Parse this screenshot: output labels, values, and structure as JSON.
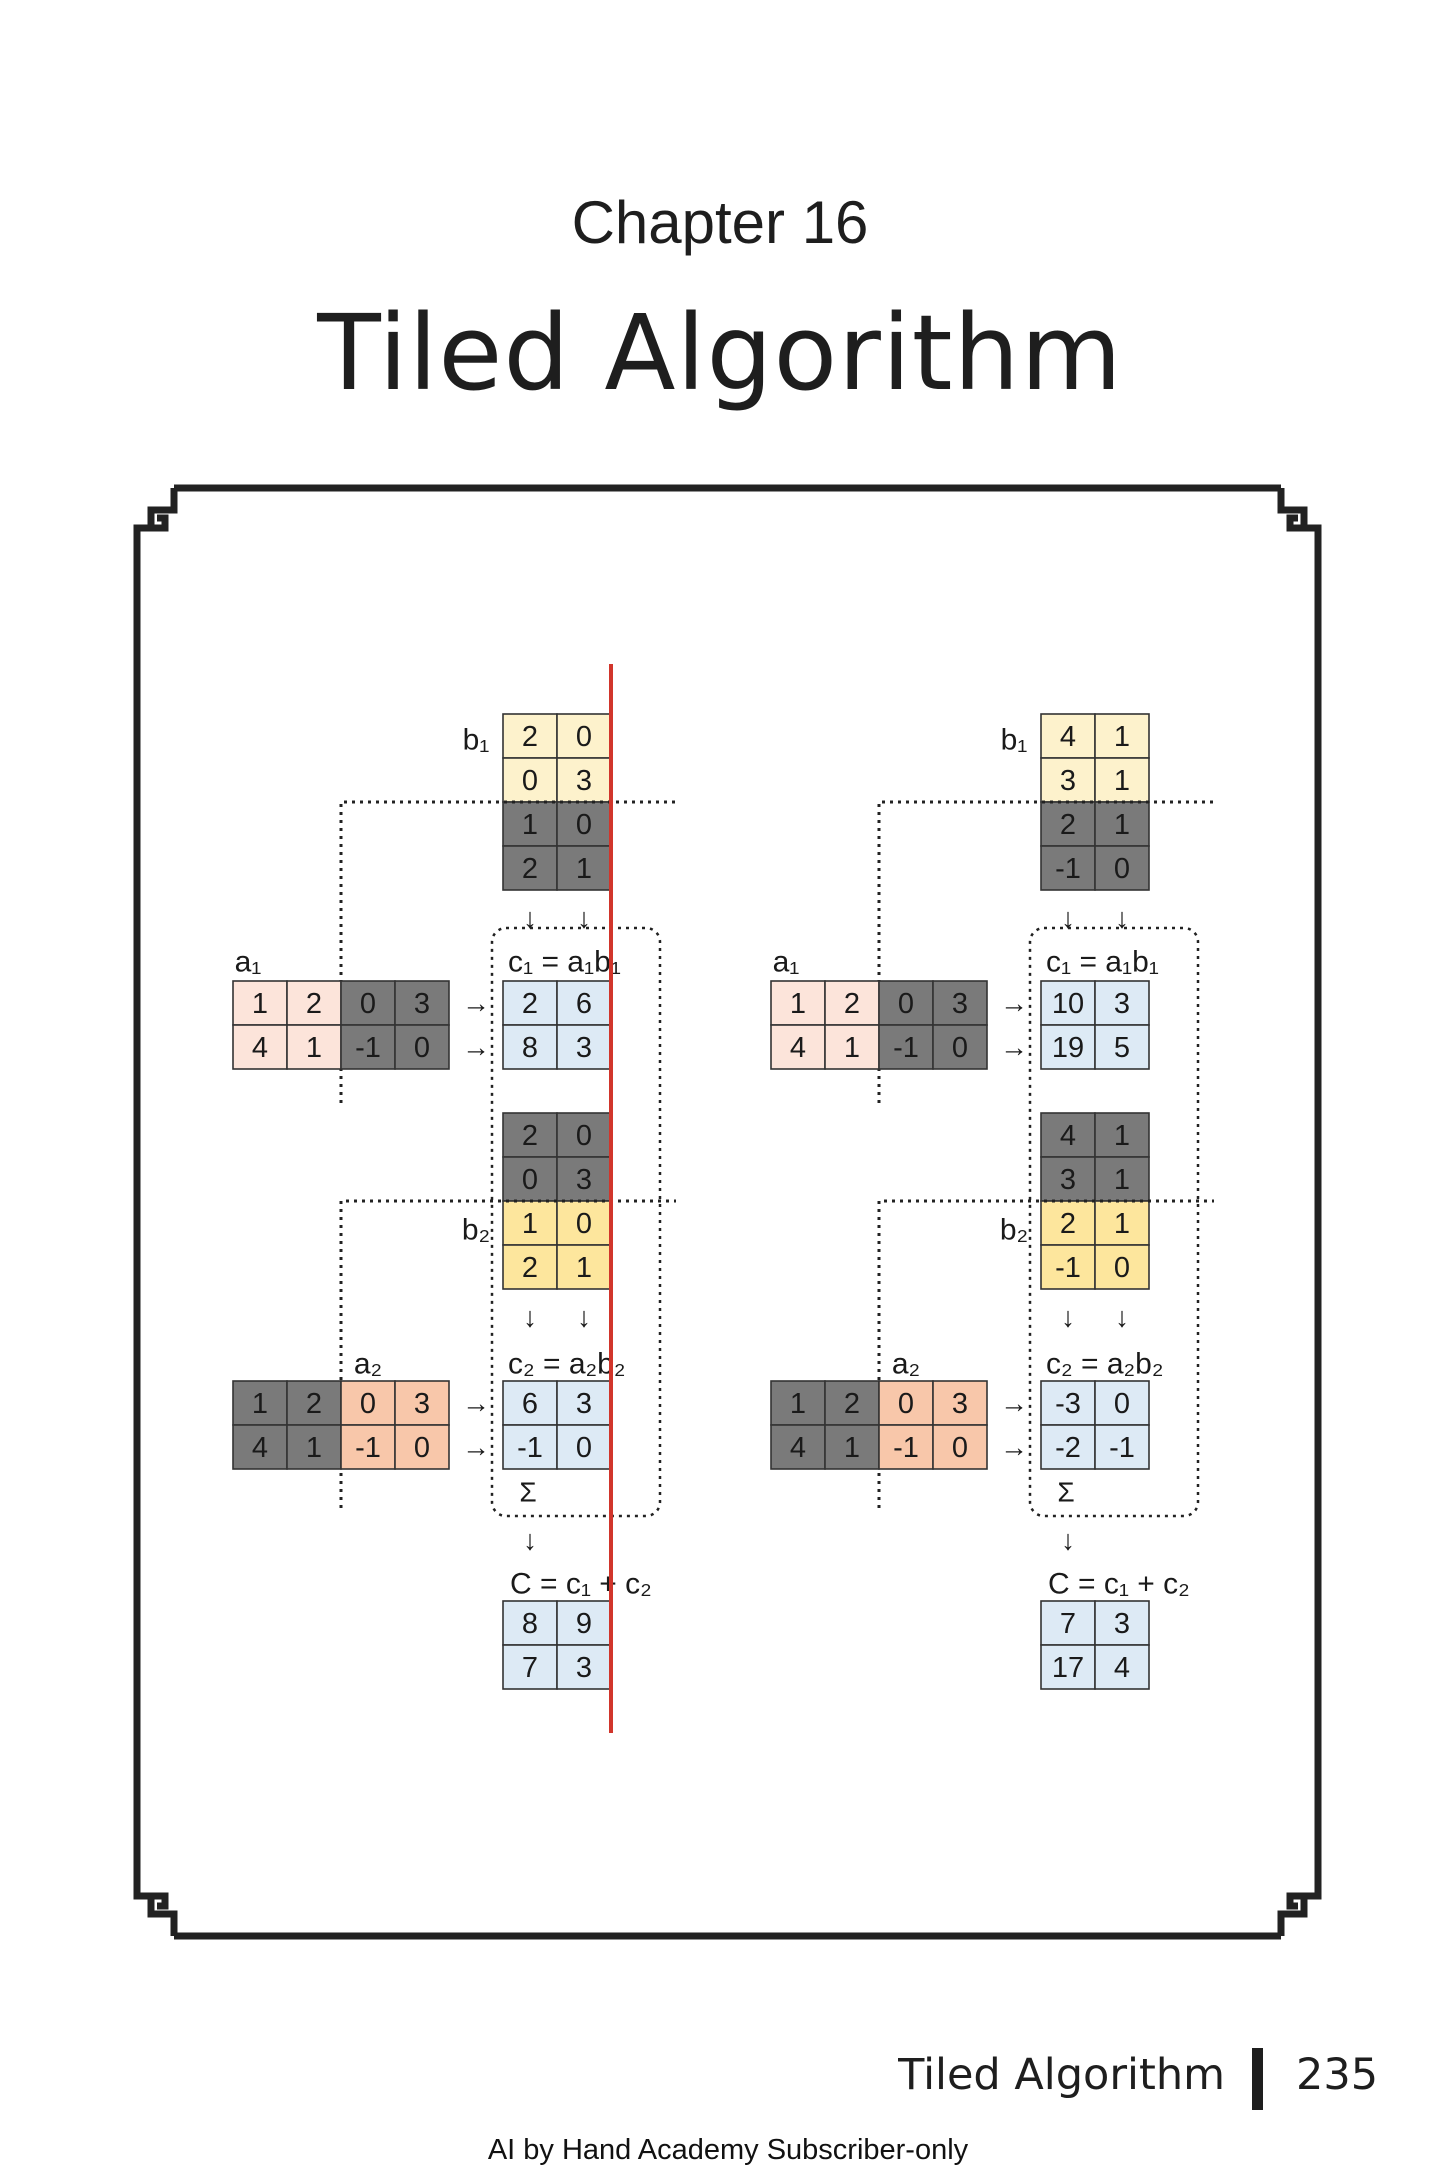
{
  "header": {
    "chapter": "Chapter 16",
    "title": "Tiled Algorithm"
  },
  "colors": {
    "b_light": "#fdf2cc",
    "b_bright": "#fde69d",
    "a_light": "#fce4da",
    "a_bright": "#f8c7aa",
    "gray": "#7a7a7a",
    "result": "#ddeaf5",
    "red_line": "#d1352b",
    "frame": "#222222"
  },
  "panels": [
    {
      "b1_label": "b₁",
      "b_top": [
        [
          "2",
          "0"
        ],
        [
          "0",
          "3"
        ]
      ],
      "b_bottom": [
        [
          "1",
          "0"
        ],
        [
          "2",
          "1"
        ]
      ],
      "arrows_down_1": [
        "↓",
        "↓"
      ],
      "c1_label": "c₁ = a₁b₁",
      "a1_label": "a₁",
      "a1_left": [
        [
          "1",
          "2"
        ],
        [
          "4",
          "1"
        ]
      ],
      "a1_right": [
        [
          "0",
          "3"
        ],
        [
          "-1",
          "0"
        ]
      ],
      "arrows_right_1": [
        "→",
        "→"
      ],
      "c1": [
        [
          "2",
          "6"
        ],
        [
          "8",
          "3"
        ]
      ],
      "b2_top": [
        [
          "2",
          "0"
        ],
        [
          "0",
          "3"
        ]
      ],
      "b2_label": "b₂",
      "b2_bottom": [
        [
          "1",
          "0"
        ],
        [
          "2",
          "1"
        ]
      ],
      "arrows_down_2": [
        "↓",
        "↓"
      ],
      "a2_label": "a₂",
      "c2_label": "c₂ = a₂b₂",
      "a2_left": [
        [
          "1",
          "2"
        ],
        [
          "4",
          "1"
        ]
      ],
      "a2_right": [
        [
          "0",
          "3"
        ],
        [
          "-1",
          "0"
        ]
      ],
      "arrows_right_2": [
        "→",
        "→"
      ],
      "c2": [
        [
          "6",
          "3"
        ],
        [
          "-1",
          "0"
        ]
      ],
      "sigma": "Σ",
      "arrow_sum": "↓",
      "C_label": "C = c₁ + c₂",
      "C": [
        [
          "8",
          "9"
        ],
        [
          "7",
          "3"
        ]
      ],
      "has_red_line": true
    },
    {
      "b1_label": "b₁",
      "b_top": [
        [
          "4",
          "1"
        ],
        [
          "3",
          "1"
        ]
      ],
      "b_bottom": [
        [
          "2",
          "1"
        ],
        [
          "-1",
          "0"
        ]
      ],
      "arrows_down_1": [
        "↓",
        "↓"
      ],
      "c1_label": "c₁ = a₁b₁",
      "a1_label": "a₁",
      "a1_left": [
        [
          "1",
          "2"
        ],
        [
          "4",
          "1"
        ]
      ],
      "a1_right": [
        [
          "0",
          "3"
        ],
        [
          "-1",
          "0"
        ]
      ],
      "arrows_right_1": [
        "→",
        "→"
      ],
      "c1": [
        [
          "10",
          "3"
        ],
        [
          "19",
          "5"
        ]
      ],
      "b2_top": [
        [
          "4",
          "1"
        ],
        [
          "3",
          "1"
        ]
      ],
      "b2_label": "b₂",
      "b2_bottom": [
        [
          "2",
          "1"
        ],
        [
          "-1",
          "0"
        ]
      ],
      "arrows_down_2": [
        "↓",
        "↓"
      ],
      "a2_label": "a₂",
      "c2_label": "c₂ = a₂b₂",
      "a2_left": [
        [
          "1",
          "2"
        ],
        [
          "4",
          "1"
        ]
      ],
      "a2_right": [
        [
          "0",
          "3"
        ],
        [
          "-1",
          "0"
        ]
      ],
      "arrows_right_2": [
        "→",
        "→"
      ],
      "c2": [
        [
          "-3",
          "0"
        ],
        [
          "-2",
          "-1"
        ]
      ],
      "sigma": "Σ",
      "arrow_sum": "↓",
      "C_label": "C = c₁ + c₂",
      "C": [
        [
          "7",
          "3"
        ],
        [
          "17",
          "4"
        ]
      ],
      "has_red_line": false
    }
  ],
  "footer": {
    "running_title": "Tiled Algorithm",
    "page_number": "235",
    "note": "AI by Hand Academy Subscriber-only"
  }
}
